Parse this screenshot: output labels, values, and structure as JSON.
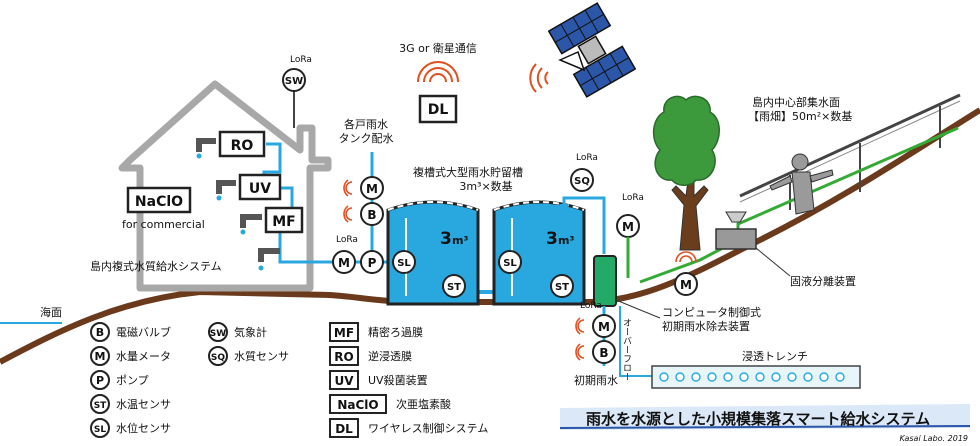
{
  "labels": {
    "sea": "海面",
    "comm": "3G or 衛星通信",
    "island_center_1": "島内中心部集水面",
    "island_center_2": "【雨畑】50m²×数基",
    "tank_dist_1": "各戸雨水",
    "tank_dist_2": "タンク配水",
    "storage_1": "複槽式大型雨水貯留槽",
    "storage_2": "3m³×数基",
    "solid_liquid": "固液分離装置",
    "first_flush_1": "コンピュータ制御式",
    "first_flush_2": "初期雨水除去装置",
    "overflow": "オーバーフロー",
    "infiltration": "浸透トレンチ",
    "first_rain": "初期雨水",
    "house_system": "島内複式水質給水システム",
    "for_commercial": "for commercial",
    "title": "雨水を水源とした小規模集落スマート給水システム",
    "credit": "Kasai Labo. 2019"
  },
  "equipment": {
    "ro": "RO",
    "uv": "UV",
    "mf": "MF",
    "naclo": "NaClO",
    "dl": "DL",
    "tank_volume": "3",
    "tank_unit": "m³",
    "sensor_level": "SL",
    "sensor_temp": "ST",
    "sensor_quality": "SQ",
    "sensor_weather": "SW",
    "meter": "M",
    "valve": "B",
    "pump": "P",
    "lora": "LoRa"
  },
  "legend": {
    "col1": [
      {
        "sym": "B",
        "text": "電磁バルブ"
      },
      {
        "sym": "M",
        "text": "水量メータ"
      },
      {
        "sym": "P",
        "text": "ポンプ"
      },
      {
        "sym": "ST",
        "text": "水温センサ"
      },
      {
        "sym": "SL",
        "text": "水位センサ"
      }
    ],
    "col2": [
      {
        "sym": "SW",
        "text": "気象計"
      },
      {
        "sym": "SQ",
        "text": "水質センサ"
      }
    ],
    "col3": [
      {
        "sym": "MF",
        "text": "精密ろ過膜"
      },
      {
        "sym": "RO",
        "text": "逆浸透膜"
      },
      {
        "sym": "UV",
        "text": "UV殺菌装置"
      },
      {
        "sym": "NaClO",
        "text": "次亜塩素酸"
      },
      {
        "sym": "DL",
        "text": "ワイヤレス制御システム"
      }
    ]
  },
  "colors": {
    "water": "#29a8e0",
    "ground": "#6b3a1c",
    "green_pipe": "#33aa33",
    "wireless": "#e05020",
    "house": "#a8a8a8",
    "tree": "#3c9a3c",
    "trunk": "#6a3d1c"
  }
}
